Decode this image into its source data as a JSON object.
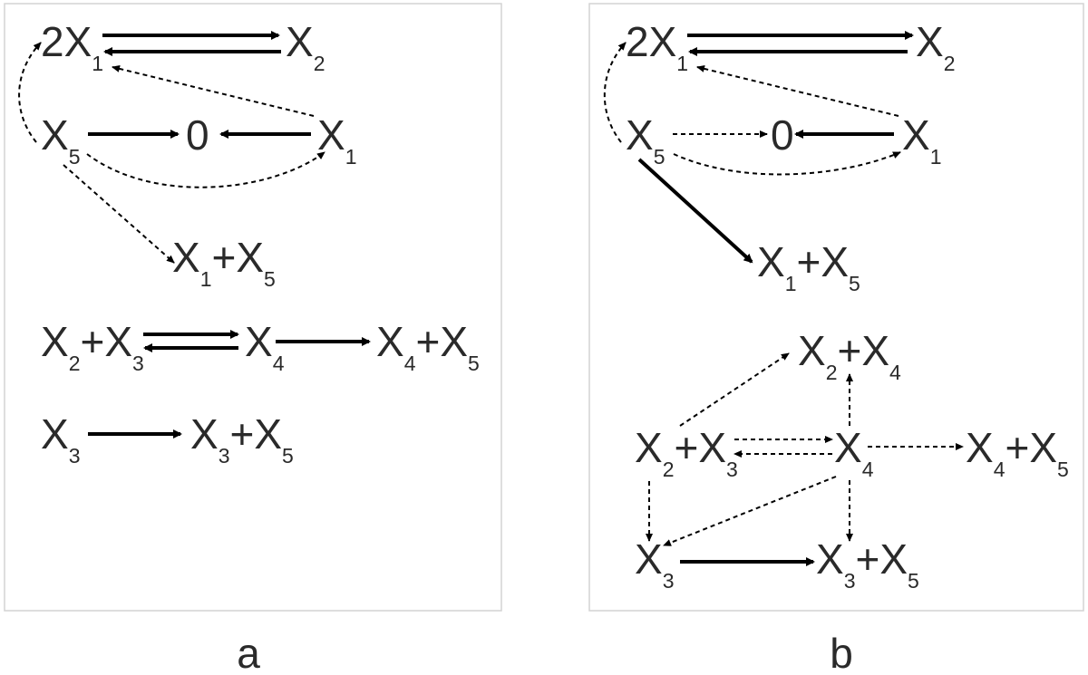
{
  "panels": [
    {
      "caption": "a",
      "nodes": [
        {
          "id": "a-2x1",
          "parts": [
            [
              "2X",
              ""
            ],
            [
              "1",
              "sub"
            ]
          ]
        },
        {
          "id": "a-x2",
          "parts": [
            [
              "X",
              ""
            ],
            [
              "2",
              "sub"
            ]
          ]
        },
        {
          "id": "a-x5",
          "parts": [
            [
              "X",
              ""
            ],
            [
              "5",
              "sub"
            ]
          ]
        },
        {
          "id": "a-zero",
          "parts": [
            [
              "0",
              ""
            ]
          ]
        },
        {
          "id": "a-x1",
          "parts": [
            [
              "X",
              ""
            ],
            [
              "1",
              "sub"
            ]
          ]
        },
        {
          "id": "a-x1x5",
          "parts": [
            [
              "X",
              ""
            ],
            [
              "1",
              "sub"
            ],
            [
              "+X",
              ""
            ],
            [
              "5",
              "sub"
            ]
          ]
        },
        {
          "id": "a-x2x3",
          "parts": [
            [
              "X",
              ""
            ],
            [
              "2",
              "sub"
            ],
            [
              "+X",
              ""
            ],
            [
              "3",
              "sub"
            ]
          ]
        },
        {
          "id": "a-x4",
          "parts": [
            [
              "X",
              ""
            ],
            [
              "4",
              "sub"
            ]
          ]
        },
        {
          "id": "a-x4x5",
          "parts": [
            [
              "X",
              ""
            ],
            [
              "4",
              "sub"
            ],
            [
              "+X",
              ""
            ],
            [
              "5",
              "sub"
            ]
          ]
        },
        {
          "id": "a-x3",
          "parts": [
            [
              "X",
              ""
            ],
            [
              "3",
              "sub"
            ]
          ]
        },
        {
          "id": "a-x3x5",
          "parts": [
            [
              "X",
              ""
            ],
            [
              "3",
              "sub"
            ],
            [
              "+X",
              ""
            ],
            [
              "5",
              "sub"
            ]
          ]
        }
      ]
    },
    {
      "caption": "b",
      "nodes": [
        {
          "id": "b-2x1",
          "parts": [
            [
              "2X",
              ""
            ],
            [
              "1",
              "sub"
            ]
          ]
        },
        {
          "id": "b-x2",
          "parts": [
            [
              "X",
              ""
            ],
            [
              "2",
              "sub"
            ]
          ]
        },
        {
          "id": "b-x5",
          "parts": [
            [
              "X",
              ""
            ],
            [
              "5",
              "sub"
            ]
          ]
        },
        {
          "id": "b-zero",
          "parts": [
            [
              "0",
              ""
            ]
          ]
        },
        {
          "id": "b-x1",
          "parts": [
            [
              "X",
              ""
            ],
            [
              "1",
              "sub"
            ]
          ]
        },
        {
          "id": "b-x1x5",
          "parts": [
            [
              "X",
              ""
            ],
            [
              "1",
              "sub"
            ],
            [
              "+X",
              ""
            ],
            [
              "5",
              "sub"
            ]
          ]
        },
        {
          "id": "b-x2x4",
          "parts": [
            [
              "X",
              ""
            ],
            [
              "2",
              "sub"
            ],
            [
              "+X",
              ""
            ],
            [
              "4",
              "sub"
            ]
          ]
        },
        {
          "id": "b-x2x3",
          "parts": [
            [
              "X",
              ""
            ],
            [
              "2",
              "sub"
            ],
            [
              "+X",
              ""
            ],
            [
              "3",
              "sub"
            ]
          ]
        },
        {
          "id": "b-x4",
          "parts": [
            [
              "X",
              ""
            ],
            [
              "4",
              "sub"
            ]
          ]
        },
        {
          "id": "b-x4x5",
          "parts": [
            [
              "X",
              ""
            ],
            [
              "4",
              "sub"
            ],
            [
              "+X",
              ""
            ],
            [
              "5",
              "sub"
            ]
          ]
        },
        {
          "id": "b-x3",
          "parts": [
            [
              "X",
              ""
            ],
            [
              "3",
              "sub"
            ]
          ]
        },
        {
          "id": "b-x3x5",
          "parts": [
            [
              "X",
              ""
            ],
            [
              "3",
              "sub"
            ],
            [
              "+X",
              ""
            ],
            [
              "5",
              "sub"
            ]
          ]
        }
      ]
    }
  ],
  "edges": [
    {
      "id": "a-e1",
      "panel": "a",
      "from": "a-2x1",
      "to": "a-x2",
      "style": "solid"
    },
    {
      "id": "a-e2",
      "panel": "a",
      "from": "a-x2",
      "to": "a-2x1",
      "style": "solid"
    },
    {
      "id": "a-e3",
      "panel": "a",
      "from": "a-x5",
      "to": "a-zero",
      "style": "solid"
    },
    {
      "id": "a-e4",
      "panel": "a",
      "from": "a-x1",
      "to": "a-zero",
      "style": "solid"
    },
    {
      "id": "a-e5",
      "panel": "a",
      "from": "a-x5",
      "to": "a-2x1",
      "style": "dashed"
    },
    {
      "id": "a-e6",
      "panel": "a",
      "from": "a-x1",
      "to": "a-2x1",
      "style": "dashed"
    },
    {
      "id": "a-e7",
      "panel": "a",
      "from": "a-x5",
      "to": "a-x1",
      "style": "dashed"
    },
    {
      "id": "a-e8",
      "panel": "a",
      "from": "a-x5",
      "to": "a-x1x5",
      "style": "dashed"
    },
    {
      "id": "a-e9",
      "panel": "a",
      "from": "a-x2x3",
      "to": "a-x4",
      "style": "solid"
    },
    {
      "id": "a-e10",
      "panel": "a",
      "from": "a-x4",
      "to": "a-x2x3",
      "style": "solid"
    },
    {
      "id": "a-e11",
      "panel": "a",
      "from": "a-x4",
      "to": "a-x4x5",
      "style": "solid"
    },
    {
      "id": "a-e12",
      "panel": "a",
      "from": "a-x3",
      "to": "a-x3x5",
      "style": "solid"
    },
    {
      "id": "b-e1",
      "panel": "b",
      "from": "b-2x1",
      "to": "b-x2",
      "style": "solid"
    },
    {
      "id": "b-e2",
      "panel": "b",
      "from": "b-x2",
      "to": "b-2x1",
      "style": "solid"
    },
    {
      "id": "b-e3",
      "panel": "b",
      "from": "b-x5",
      "to": "b-zero",
      "style": "dashed"
    },
    {
      "id": "b-e4",
      "panel": "b",
      "from": "b-x1",
      "to": "b-zero",
      "style": "solid"
    },
    {
      "id": "b-e5",
      "panel": "b",
      "from": "b-x5",
      "to": "b-2x1",
      "style": "dashed"
    },
    {
      "id": "b-e6",
      "panel": "b",
      "from": "b-x1",
      "to": "b-2x1",
      "style": "dashed"
    },
    {
      "id": "b-e7",
      "panel": "b",
      "from": "b-x5",
      "to": "b-x1",
      "style": "dashed"
    },
    {
      "id": "b-e8",
      "panel": "b",
      "from": "b-x5",
      "to": "b-x1x5",
      "style": "solid"
    },
    {
      "id": "b-e9",
      "panel": "b",
      "from": "b-x2x3",
      "to": "b-x2x4",
      "style": "dashed"
    },
    {
      "id": "b-e10",
      "panel": "b",
      "from": "b-x4",
      "to": "b-x2x4",
      "style": "dashed"
    },
    {
      "id": "b-e11",
      "panel": "b",
      "from": "b-x2x3",
      "to": "b-x4",
      "style": "dashed"
    },
    {
      "id": "b-e12",
      "panel": "b",
      "from": "b-x4",
      "to": "b-x2x3",
      "style": "dashed"
    },
    {
      "id": "b-e13",
      "panel": "b",
      "from": "b-x4",
      "to": "b-x4x5",
      "style": "dashed"
    },
    {
      "id": "b-e14",
      "panel": "b",
      "from": "b-x2x3",
      "to": "b-x3",
      "style": "dashed"
    },
    {
      "id": "b-e15",
      "panel": "b",
      "from": "b-x4",
      "to": "b-x3",
      "style": "dashed"
    },
    {
      "id": "b-e16",
      "panel": "b",
      "from": "b-x4",
      "to": "b-x3x5",
      "style": "dashed"
    },
    {
      "id": "b-e17",
      "panel": "b",
      "from": "b-x3",
      "to": "b-x3x5",
      "style": "solid"
    }
  ]
}
